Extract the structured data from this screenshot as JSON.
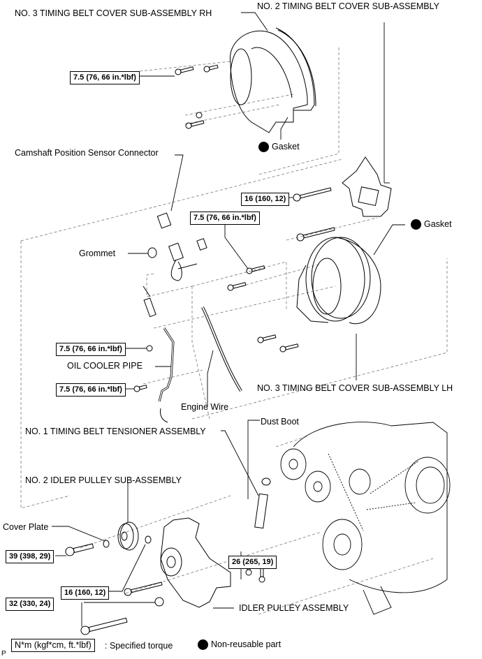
{
  "diagram": {
    "title": "Timing belt cover components exploded view",
    "parts": {
      "no3_cover_rh": "NO. 3 TIMING BELT COVER SUB-ASSEMBLY RH",
      "no2_cover": "NO. 2 TIMING BELT COVER SUB-ASSEMBLY",
      "cam_sensor_connector": "Camshaft Position Sensor Connector",
      "grommet": "Grommet",
      "oil_cooler_pipe": "OIL COOLER PIPE",
      "engine_wire": "Engine Wire",
      "no3_cover_lh": "NO. 3 TIMING BELT COVER SUB-ASSEMBLY LH",
      "dust_boot": "Dust Boot",
      "tensioner": "NO. 1 TIMING BELT TENSIONER ASSEMBLY",
      "no2_idler": "NO. 2 IDLER PULLEY SUB-ASSEMBLY",
      "cover_plate": "Cover Plate",
      "idler_assembly": "IDLER PULLEY ASSEMBLY",
      "gasket_top": "Gasket",
      "gasket_mid": "Gasket"
    },
    "torques": {
      "rh_bolt": "7.5 (76, 66 in.*lbf)",
      "no2_bolt": "16 (160, 12)",
      "lh_bolt": "7.5 (76, 66 in.*lbf)",
      "pipe_upper": "7.5 (76, 66 in.*lbf)",
      "pipe_lower": "7.5 (76, 66 in.*lbf)",
      "idler_bolt": "39 (398, 29)",
      "tensioner_bolt": "26 (265, 19)",
      "idler_assy_bolt": "16 (160, 12)",
      "idler_assy_nut": "32 (330, 24)"
    },
    "legend": {
      "torque_unit": "N*m (kgf*cm, ft.*lbf)",
      "torque_desc": ": Specified torque",
      "nonreusable": "Non-reusable part"
    },
    "corner_mark": "P"
  }
}
